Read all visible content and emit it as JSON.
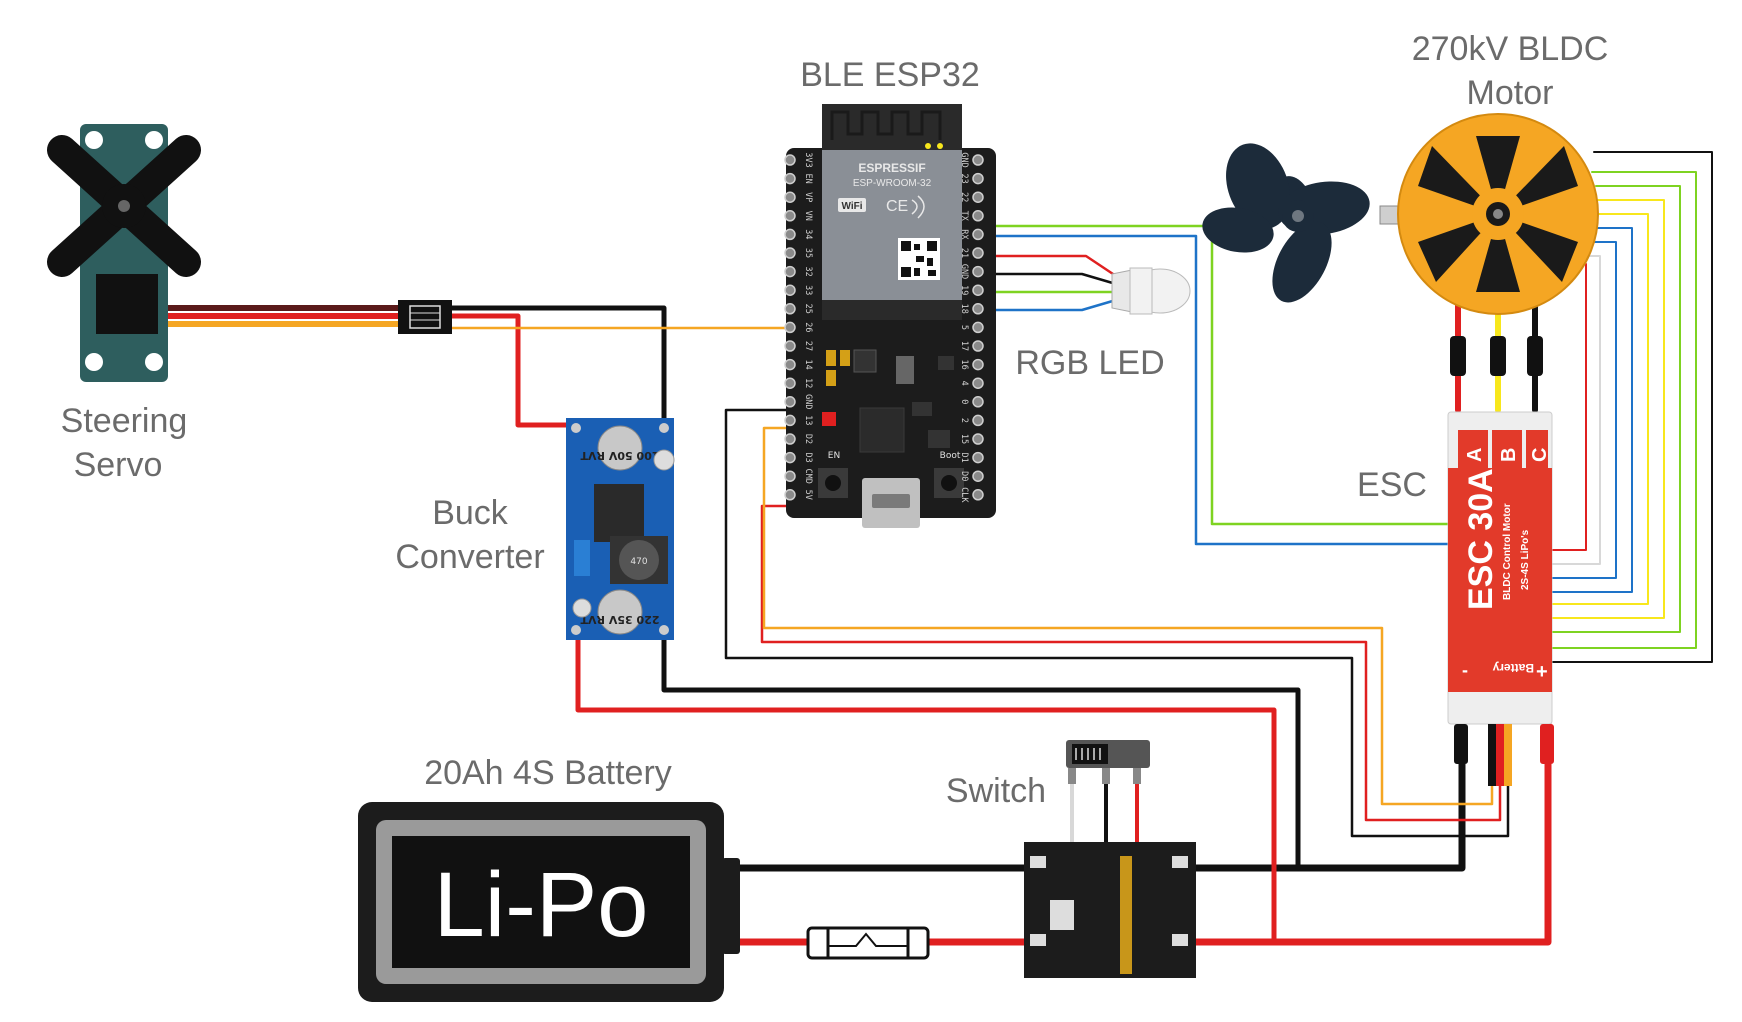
{
  "labels": {
    "esp32": "BLE ESP32",
    "motor_line1": "270kV BLDC",
    "motor_line2": "Motor",
    "servo_line1": "Steering",
    "servo_line2": "Servo",
    "buck_line1": "Buck",
    "buck_line2": "Converter",
    "rgb": "RGB LED",
    "esc": "ESC",
    "battery": "20Ah 4S Battery",
    "switch": "Switch"
  },
  "esp32_module": {
    "brand": "ESPRESSIF",
    "model": "ESP-WROOM-32",
    "wifi": "WiFi",
    "ce": "CE",
    "en": "EN",
    "boot": "Boot",
    "left_pins": [
      "3V3",
      "EN",
      "VP",
      "VN",
      "34",
      "35",
      "32",
      "33",
      "25",
      "26",
      "27",
      "14",
      "12",
      "GND",
      "13",
      "D2",
      "D3",
      "CMD",
      "5V"
    ],
    "right_pins": [
      "GND",
      "23",
      "22",
      "TX",
      "RX",
      "21",
      "GND",
      "19",
      "18",
      "5",
      "17",
      "16",
      "4",
      "0",
      "2",
      "15",
      "D1",
      "D0",
      "CLK"
    ]
  },
  "esc_module": {
    "phase_a": "A",
    "phase_b": "B",
    "phase_c": "C",
    "title": "ESC 30A",
    "subtitle1": "BLDC Control Motor",
    "subtitle2": "2S-4S LiPo's",
    "minus": "-",
    "battery": "Battery",
    "plus": "+"
  },
  "buck_module": {
    "cap_top": "100 50V RVT",
    "inductor": "470",
    "cap_bottom": "220 35V RVT"
  },
  "battery_text": "Li-Po",
  "colors": {
    "red": "#e02020",
    "black": "#111111",
    "orange": "#f5a623",
    "green": "#7ed321",
    "blue": "#1e73c8",
    "yellow": "#f8e71c",
    "motor": "#f5a623",
    "esc_red": "#e23a2a",
    "pcb_black": "#1c1c1c",
    "buck_blue": "#1a5fb4",
    "servo_teal": "#2e5e5e"
  }
}
